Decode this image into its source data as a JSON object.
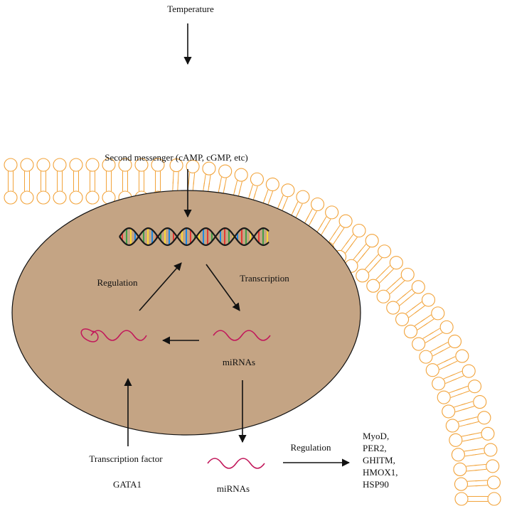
{
  "labels": {
    "temperature": "Temperature",
    "second_messenger": "Second messenger (cAMP, cGMP, etc)",
    "regulation_inner": "Regulation",
    "transcription": "Transcription",
    "mirnas_nucleus": "miRNAs",
    "mirnas_outside": "miRNAs",
    "transcription_factor": "Transcription factor",
    "gata1": "GATA1",
    "regulation_targets": "Regulation"
  },
  "targets": [
    "MyoD,",
    "PER2,",
    "GHITM,",
    "HMOX1,",
    "HSP90"
  ],
  "colors": {
    "membrane": "#f2a33a",
    "nucleus_fill": "#c4a484",
    "nucleus_stroke": "#111111",
    "mirna": "#c2185b",
    "dna_backbone": "#1a1a1a",
    "dna_rungs": [
      "#e53935",
      "#43a047",
      "#fdd835",
      "#1e88e5"
    ],
    "arrow": "#111111"
  }
}
